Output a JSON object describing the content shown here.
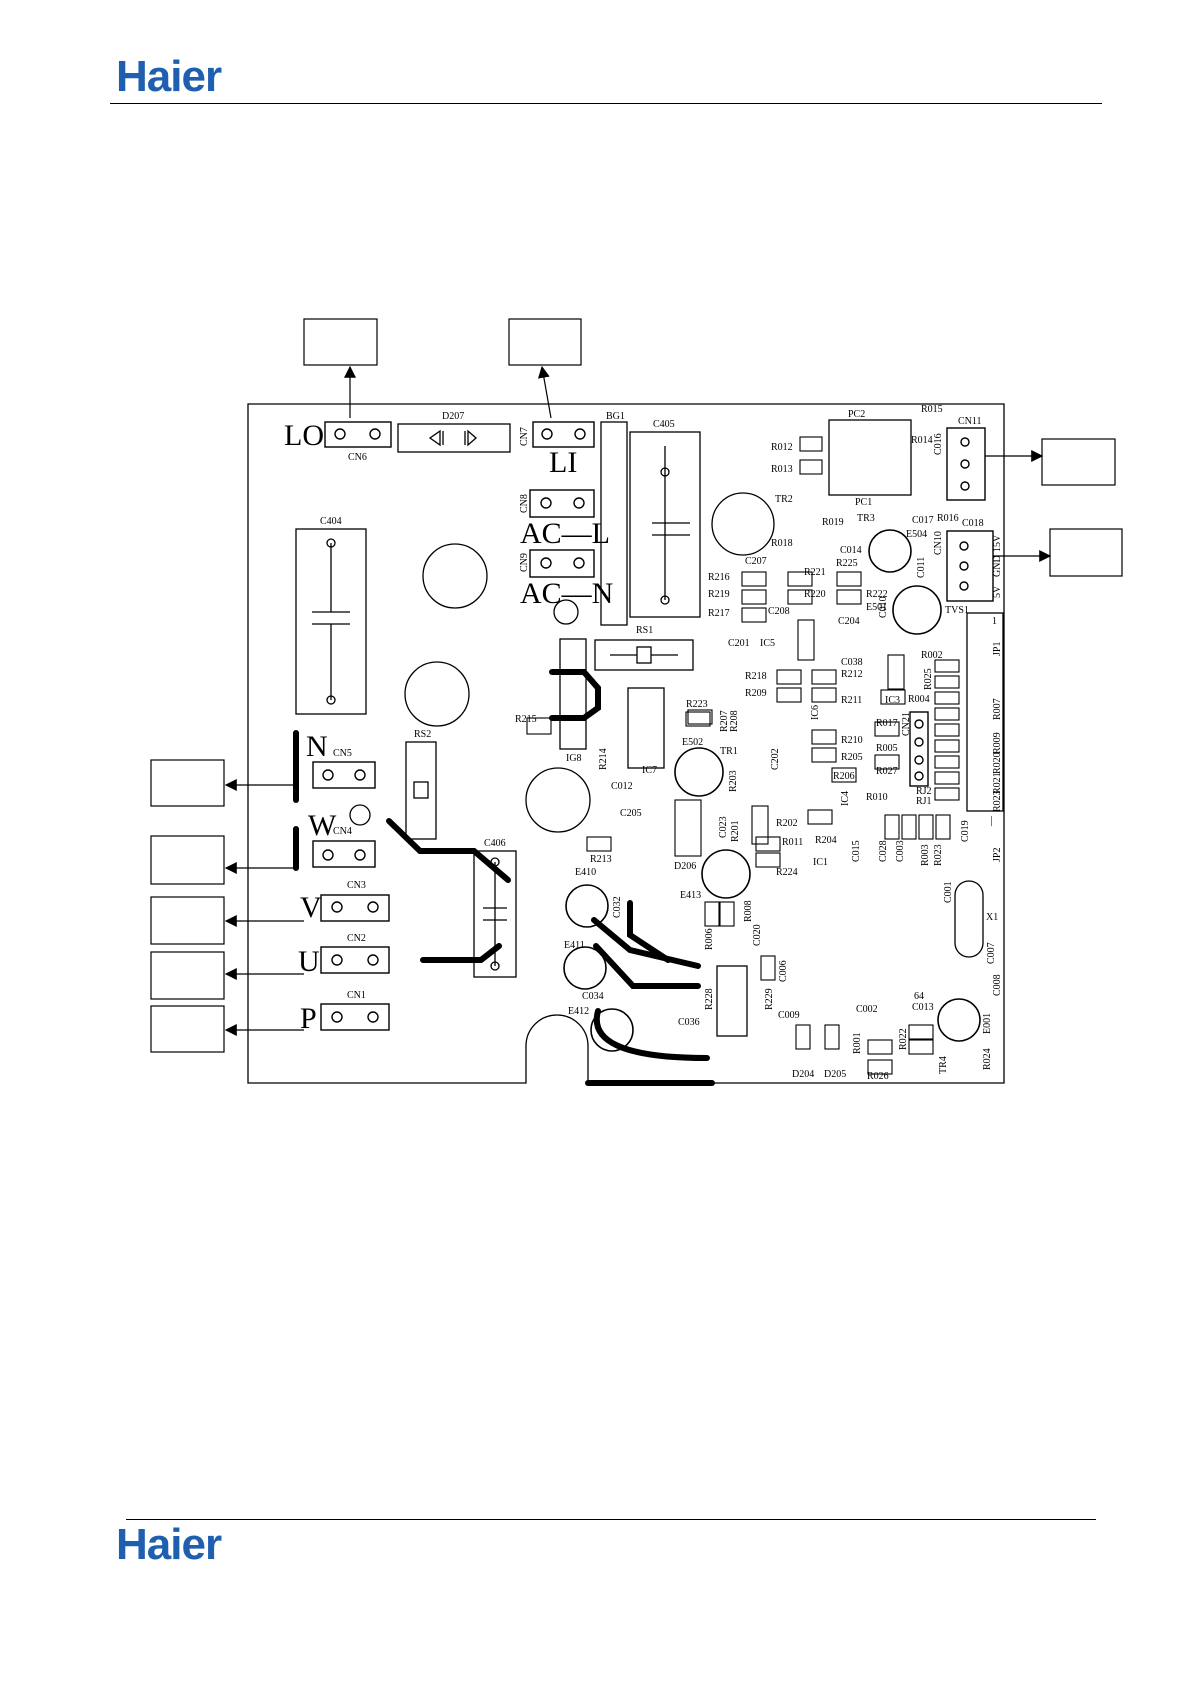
{
  "header": {
    "logo_text": "Haier"
  },
  "footer": {
    "logo_text": "Haier"
  },
  "colors": {
    "brand": "#1f5fb0",
    "ink": "#000000",
    "paper": "#ffffff"
  },
  "connectors": {
    "lo": "LO",
    "li": "LI",
    "acl": "AC—L",
    "acn": "AC—N",
    "n": "N",
    "w": "W",
    "v": "V",
    "u": "U",
    "p": "P",
    "cn1": "CN1",
    "cn2": "CN2",
    "cn3": "CN3",
    "cn4": "CN4",
    "cn5": "CN5",
    "cn6": "CN6",
    "cn7": "CN7",
    "cn8": "CN8",
    "cn9": "CN9",
    "cn10": "CN10",
    "cn11": "CN11",
    "v15": "15V",
    "gnd": "GND",
    "v5": "5V",
    "one": "1",
    "dash": "—"
  },
  "components": {
    "d207": "D207",
    "bg1": "BG1",
    "c405": "C405",
    "c404": "C404",
    "c406": "C406",
    "rs1": "RS1",
    "rs2": "RS2",
    "ig8": "IG8",
    "pc1": "PC1",
    "pc2": "PC2",
    "tr1": "TR1",
    "tr2": "TR2",
    "tr3": "TR3",
    "tr4": "TR4",
    "tvs1": "TVS1",
    "jp1": "JP1",
    "jp2": "JP2",
    "x1": "X1",
    "ic1": "IC1",
    "ic3": "IC3",
    "ic4": "IC4",
    "ic5": "IC5",
    "ic6": "IC6",
    "ic7": "IC7",
    "e410": "E410",
    "e411": "E411",
    "e412": "E412",
    "e413": "E413",
    "e501": "E501",
    "e502": "E502",
    "e504": "E504",
    "e001": "E001",
    "d204": "D204",
    "d205": "D205",
    "d206": "D206",
    "r015": "R015",
    "r012": "R012",
    "r013": "R013",
    "r014": "R014",
    "r016": "R016",
    "r018": "R018",
    "r019": "R019",
    "c016": "C016",
    "c017": "C017",
    "c018": "C018",
    "c014": "C014",
    "c011": "C011",
    "c010": "C010",
    "c207": "C207",
    "r216": "R216",
    "r219": "R219",
    "r217": "R217",
    "r221": "R221",
    "r220": "R220",
    "r225": "R225",
    "r222": "R222",
    "c201": "C201",
    "c208": "C208",
    "c204": "C204",
    "c038": "C038",
    "r212": "R212",
    "r218": "R218",
    "r209": "R209",
    "r211": "R211",
    "r223": "R223",
    "r207": "R207",
    "r208": "R208",
    "r215": "R215",
    "r214": "R214",
    "c012": "C012",
    "r203": "R203",
    "c202": "C202",
    "r210": "R210",
    "r205": "R205",
    "r206": "R206",
    "r202": "R202",
    "r204": "R204",
    "r201": "R201",
    "c023": "C023",
    "r011": "R011",
    "r224": "R224",
    "c205": "C205",
    "r213": "R213",
    "c032": "C032",
    "c034": "C034",
    "c036": "C036",
    "r006": "R006",
    "r008": "R008",
    "c020": "C020",
    "c006": "C006",
    "r229": "R229",
    "r228": "R228",
    "c009": "C009",
    "c002": "C002",
    "r001": "R001",
    "r026": "R026",
    "r022": "R022",
    "c015": "C015",
    "r024": "R024",
    "c007": "C007",
    "c008": "C008",
    "c001": "C001",
    "c019": "C019",
    "c028": "C028",
    "c003": "C003",
    "r003": "R003",
    "r023": "R023",
    "c013": "C013",
    "r002": "R002",
    "r025": "R025",
    "r004": "R004",
    "r017": "R017",
    "r005": "R005",
    "r027": "R027",
    "r010": "R010",
    "rj2": "RJ2",
    "rj1": "RJ1",
    "cn21": "CN21",
    "r007": "R007",
    "r009": "R009",
    "r020": "R020",
    "r021": "R021",
    "r023b": "R023",
    "r064": "64"
  }
}
